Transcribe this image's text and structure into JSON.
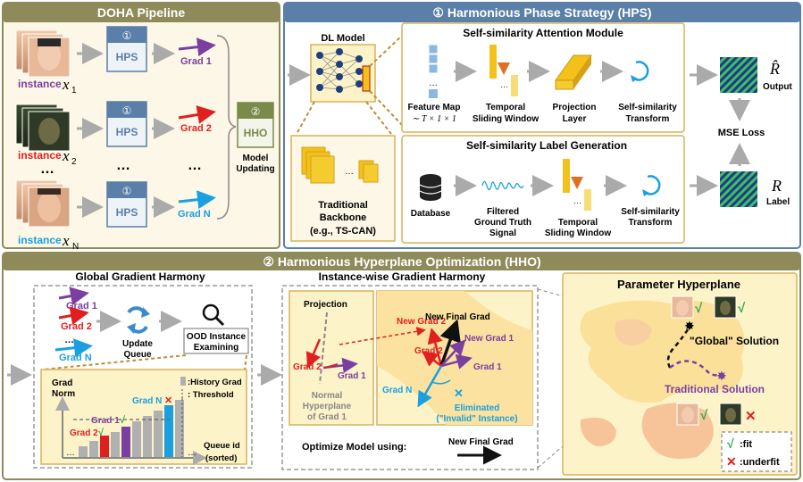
{
  "colors": {
    "olive": "#8f8a5a",
    "panel_fill": "#fcf7e6",
    "panel_stroke": "#d8b25a",
    "hps_header": "#5a7fa8",
    "hps_fill": "#eef3f8",
    "purple": "#7a3fa0",
    "red": "#e02020",
    "blue": "#1aa0e0",
    "green": "#2fa84a",
    "gold": "#f2c11a"
  },
  "pipeline": {
    "title": "DOHA Pipeline",
    "instances": [
      {
        "label": "instance",
        "var": "x",
        "sub": "1"
      },
      {
        "label": "instance",
        "var": "x",
        "sub": "2"
      },
      {
        "label": "instance",
        "var": "x",
        "sub": "N"
      }
    ],
    "hps_num": "①",
    "hps_label": "HPS",
    "grads": [
      "Grad 1",
      "Grad 2",
      "Grad N"
    ],
    "ellipsis": "…",
    "hho_num": "②",
    "hho_label": "HHO",
    "model_update_1": "Model",
    "model_update_2": "Updating"
  },
  "hps": {
    "title": "① Harmonious Phase Strategy (HPS)",
    "dl_model": "DL Model",
    "backbone_1": "Traditional",
    "backbone_2": "Backbone",
    "backbone_3": "(e.g., TS-CAN)",
    "attention_title": "Self-similarity Attention Module",
    "feature_map": "Feature Map",
    "feature_dims": "∼ T × 1 × 1",
    "temporal_1": "Temporal",
    "temporal_2": "Sliding Window",
    "projection_1": "Projection",
    "projection_2": "Layer",
    "ss_transform_1": "Self-similarity",
    "ss_transform_2": "Transform",
    "label_title": "Self-similarity Label Generation",
    "database": "Database",
    "filtered_1": "Filtered",
    "filtered_2": "Ground Truth",
    "filtered_3": "Signal",
    "output_symbol": "R̂",
    "output": "Output",
    "label_symbol": "R",
    "label": "Label",
    "mse": "MSE Loss"
  },
  "hho": {
    "title": "② Harmonious Hyperplane Optimization (HHO)",
    "global_title": "Global Gradient Harmony",
    "grads": [
      "Grad 1",
      "Grad 2",
      "…",
      "Grad N"
    ],
    "update_queue_1": "Update",
    "update_queue_2": "Queue",
    "ood_1": "OOD Instance",
    "ood_2": "Examining",
    "grad_norm_1": "Grad",
    "grad_norm_2": "Norm",
    "legend_history": ":History Grad",
    "legend_threshold": ": Threshold",
    "bar_grad_n": "Grad N",
    "bar_grad_1": "Grad 1",
    "bar_grad_2": "Grad 2",
    "cross": "✕",
    "check": "√",
    "queue_id_1": "Queue id",
    "queue_id_2": "(sorted)",
    "instance_title": "Instance-wise Gradient Harmony",
    "projection": "Projection",
    "normal_1": "Normal",
    "normal_2": "Hyperplane",
    "normal_3": "of Grad 1",
    "new_grad_2": "New Grad 2",
    "new_final_grad": "New Final Grad",
    "new_grad_1": "New Grad 1",
    "grad_1": "Grad 1",
    "grad_2": "Grad 2",
    "grad_n": "Grad N",
    "eliminated_1": "Eliminated",
    "eliminated_2": "(\"Invalid\" Instance)",
    "optimize_1": "Optimize Model using:",
    "optimize_2": "New Final Grad",
    "hyperplane_title": "Parameter Hyperplane",
    "global_solution": "\"Global\" Solution",
    "traditional_solution": "Traditional Solution",
    "fit": ":fit",
    "underfit": ":underfit"
  }
}
